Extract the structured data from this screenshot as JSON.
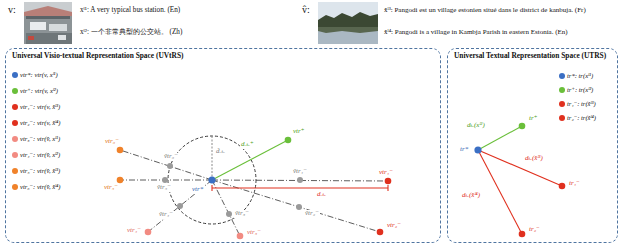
{
  "diagram": {
    "nodes": [
      {
        "text": [
          "Universal Visio-textual Representation Space (UVtRS)"
        ]
      },
      {
        "text": [
          "Universal Textual Representation Space (UTRS)"
        ]
      }
    ],
    "labels": [
      "v:",
      "xˡ¹: A very typical bus station. (En)",
      "xˡ²: 一个非常典型的公交站。 (Zh)",
      "v̂:",
      "x̂ˡ³: Pangodi est un village estonien situé dans le district de kanbuja. (Fr)",
      "x̂ˡ⁴: Pangodi is a village in Kambja Parish in eastern Estonia. (En)",
      "vtr*",
      "vtr⁺",
      "vtr₁⁻",
      "vtr₂⁻",
      "ṽtr₁⁻",
      "ṽtr₂⁻",
      "ṽtr₃⁻",
      "ṽtr₄⁻",
      "ṽtr₅⁻",
      "ṽtr₆⁻",
      "vtr₃⁻",
      "vtr₄⁻",
      "vtr₅⁻",
      "vtr₆⁻",
      "dᵥₜᵣ⁺",
      "d̃ᵥₜᵣ",
      "dᵥₜᵣ",
      "tr*",
      "tr⁺",
      "tr₁⁻",
      "tr₂⁻",
      "dₜᵣ(xˡ²)",
      "dₜᵣ(x̂ˡ³)",
      "dₜᵣ(x̂ˡ⁴)"
    ],
    "legend": [
      {
        "text": "vtr*: vtr(v, xˡ¹)",
        "color": "#3b6fc4"
      },
      {
        "text": "vtr⁺: vtr(v, xˡ²)",
        "color": "#6abf3a"
      },
      {
        "text": "vtr₁⁻: vtr(v, x̂ˡ³)",
        "color": "#e0301e"
      },
      {
        "text": "vtr₂⁻: vtr(v, x̂ˡ⁴)",
        "color": "#e0301e"
      },
      {
        "text": "vtr₃⁻: vtr(v̂, xˡ¹)",
        "color": "#f28b82"
      },
      {
        "text": "vtr₄⁻: vtr(v̂, xˡ²)",
        "color": "#f28b82"
      },
      {
        "text": "vtr₅⁻: vtr(v̂, x̂ˡ³)",
        "color": "#f0822a"
      },
      {
        "text": "vtr₆⁻: vtr(v̂, x̂ˡ⁴)",
        "color": "#f0822a"
      },
      {
        "text": "tr*: tr(xˡ¹)",
        "color": "#3b6fc4"
      },
      {
        "text": "tr⁺: tr(xˡ²)",
        "color": "#6abf3a"
      },
      {
        "text": "tr₁⁻: tr(x̂ˡ³)",
        "color": "#e0301e"
      },
      {
        "text": "tr₂⁻: tr(x̂ˡ⁴)",
        "color": "#e0301e"
      }
    ]
  }
}
